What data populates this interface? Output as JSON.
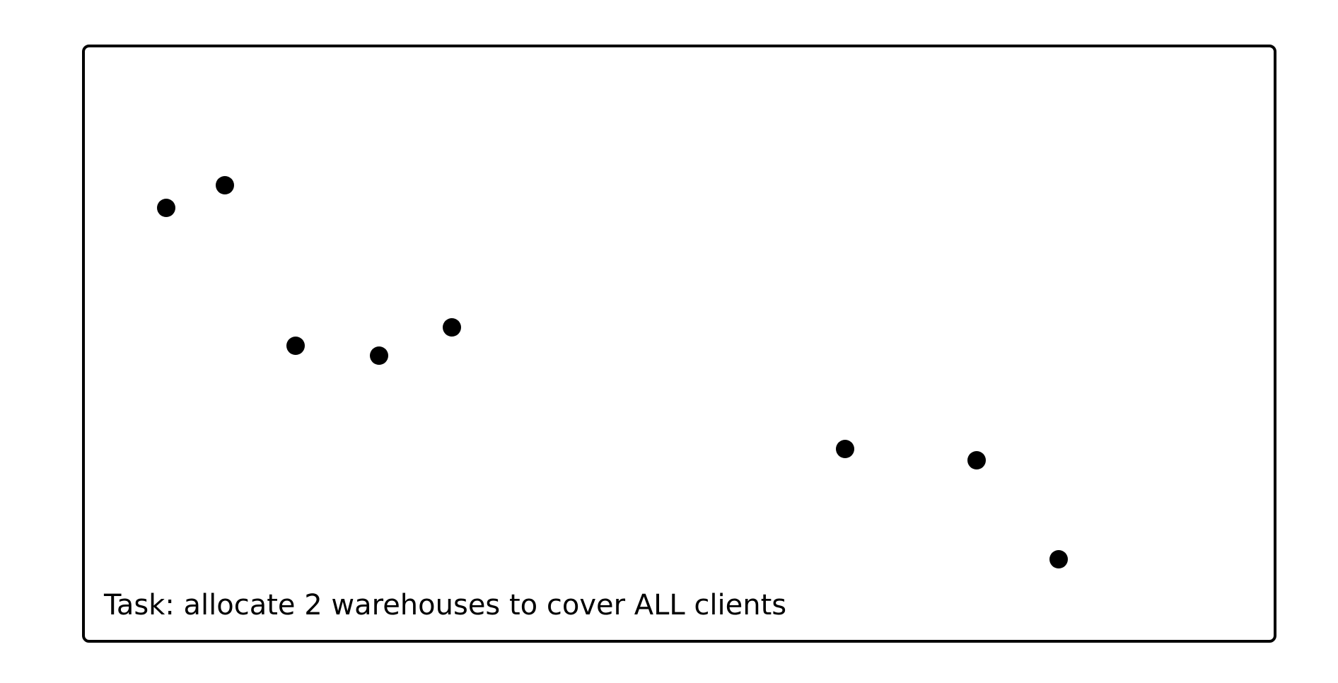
{
  "task": {
    "text": "Task: allocate 2 warehouses to cover ALL clients"
  },
  "clients": {
    "icon": "filled-circle-dot",
    "color": "#000000",
    "count": 8
  },
  "colors": {
    "frame_border": "#000000",
    "background": "#ffffff"
  }
}
